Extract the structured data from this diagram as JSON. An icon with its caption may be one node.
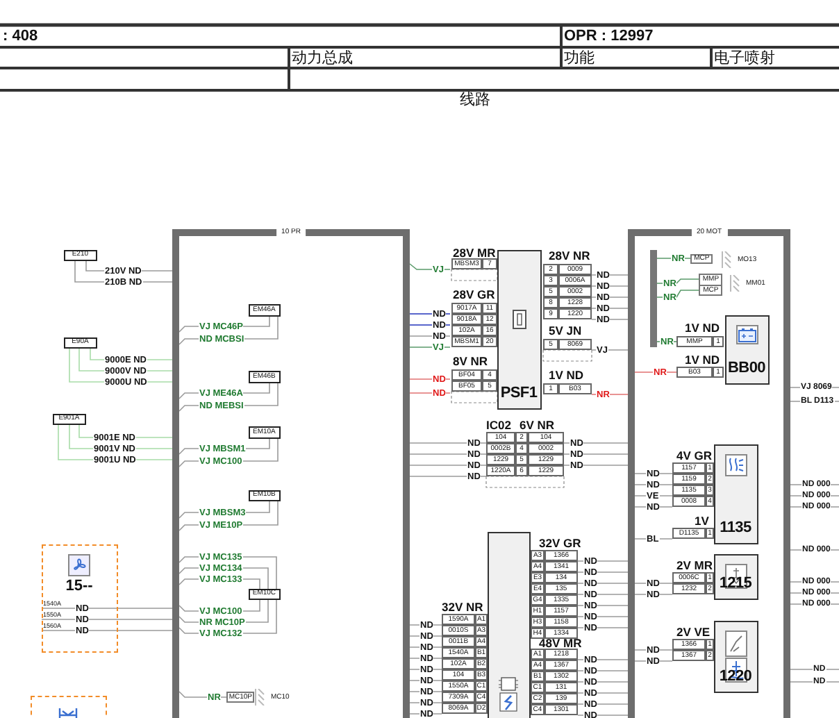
{
  "diagram": {
    "title": "线路",
    "nodes": [
      {
        "text": [
          "10 PR"
        ]
      },
      {
        "text": [
          "20 MOT"
        ]
      },
      {
        "text": [
          "E210"
        ]
      },
      {
        "text": [
          "E90A"
        ]
      },
      {
        "text": [
          "E901A"
        ]
      },
      {
        "text": [
          "EM46A"
        ],
        "in": 0
      },
      {
        "text": [
          "EM46B"
        ],
        "in": 0
      },
      {
        "text": [
          "EM10A"
        ],
        "in": 0
      },
      {
        "text": [
          "EM10B"
        ],
        "in": 0
      },
      {
        "text": [
          "EM10C"
        ],
        "in": 0
      },
      {
        "text": [
          "15--"
        ]
      },
      {
        "text": [],
        "shape": "box"
      },
      {
        "text": [
          "MC10P"
        ],
        "beside": [
          "MC10"
        ],
        "in": 0
      },
      {
        "text": [
          "PSF1"
        ]
      },
      {
        "text": [
          "IC02"
        ]
      },
      {
        "text": [],
        "shape": "box"
      },
      {
        "text": [],
        "shape": "bar",
        "in": 1
      },
      {
        "text": [
          "MCP"
        ],
        "beside": [
          "MO13"
        ],
        "in": 1
      },
      {
        "text": [
          "MMP",
          "MCP"
        ],
        "beside": [
          "MM01"
        ],
        "in": 1
      },
      {
        "text": [
          "BB00"
        ],
        "in": 1
      },
      {
        "text": [
          "1135"
        ],
        "in": 1
      },
      {
        "text": [
          "1215"
        ],
        "in": 1
      },
      {
        "text": [
          "1220"
        ],
        "in": 1
      }
    ],
    "edges": [
      {
        "from": 2,
        "to": 0,
        "arrow": "none",
        "label": "210V ND"
      },
      {
        "from": 2,
        "to": 0,
        "arrow": "none",
        "label": "210B ND"
      },
      {
        "from": 3,
        "to": 0,
        "arrow": "none",
        "label": "9000E ND",
        "color": "#a8dca8"
      },
      {
        "from": 3,
        "to": 0,
        "arrow": "none",
        "label": "9000V ND",
        "color": "#a8dca8"
      },
      {
        "from": 3,
        "to": 0,
        "arrow": "none",
        "label": "9000U ND",
        "color": "#a8dca8"
      },
      {
        "from": 4,
        "to": 0,
        "arrow": "none",
        "label": "9001E ND",
        "color": "#a8dca8"
      },
      {
        "from": 4,
        "to": 0,
        "arrow": "none",
        "label": "9001V ND",
        "color": "#a8dca8"
      },
      {
        "from": 4,
        "to": 0,
        "arrow": "none",
        "label": "9001U ND",
        "color": "#a8dca8"
      },
      {
        "from": 5,
        "to": 0,
        "arrow": "none",
        "label": "VJ MC46P"
      },
      {
        "from": 5,
        "to": 0,
        "arrow": "none",
        "label": "ND MCBSI"
      },
      {
        "from": 6,
        "to": 0,
        "arrow": "none",
        "label": "VJ ME46A"
      },
      {
        "from": 6,
        "to": 0,
        "arrow": "none",
        "label": "ND MEBSI"
      },
      {
        "from": 7,
        "to": 0,
        "arrow": "none",
        "label": "VJ MBSM1"
      },
      {
        "from": 7,
        "to": 0,
        "arrow": "none",
        "label": "VJ MC100"
      },
      {
        "from": 8,
        "to": 0,
        "arrow": "none",
        "label": "VJ MBSM3"
      },
      {
        "from": 8,
        "to": 0,
        "arrow": "none",
        "label": "VJ ME10P"
      },
      {
        "from": 9,
        "to": 0,
        "arrow": "none",
        "label": "VJ MC135"
      },
      {
        "from": 9,
        "to": 0,
        "arrow": "none",
        "label": "VJ MC134"
      },
      {
        "from": 9,
        "to": 0,
        "arrow": "none",
        "label": "VJ MC133"
      },
      {
        "from": 9,
        "to": 0,
        "arrow": "none",
        "label": "VJ MC100"
      },
      {
        "from": 9,
        "to": 0,
        "arrow": "none",
        "label": "NR MC10P"
      },
      {
        "from": 9,
        "to": 0,
        "arrow": "none",
        "label": "VJ MC132"
      },
      {
        "from": 10,
        "to": 0,
        "arrow": "none",
        "label": "ND"
      },
      {
        "from": 10,
        "to": 0,
        "arrow": "none",
        "label": "ND"
      },
      {
        "from": 10,
        "to": 0,
        "arrow": "none",
        "label": "ND"
      },
      {
        "from": 12,
        "to": 0,
        "arrow": "none",
        "label": "NR"
      },
      {
        "from": 13,
        "to": 0,
        "arrow": "none",
        "label": "VJ",
        "color": "#5a9a6a"
      },
      {
        "from": 13,
        "to": 0,
        "arrow": "none",
        "label": "ND",
        "color": "#2233bb"
      },
      {
        "from": 13,
        "to": 0,
        "arrow": "none",
        "label": "ND",
        "color": "#2233bb"
      },
      {
        "from": 13,
        "to": 0,
        "arrow": "none",
        "label": "ND"
      },
      {
        "from": 13,
        "to": 0,
        "arrow": "none",
        "label": "VJ",
        "color": "#5a9a6a"
      },
      {
        "from": 13,
        "to": 0,
        "arrow": "none",
        "label": "ND",
        "color": "#e07070"
      },
      {
        "from": 13,
        "to": 0,
        "arrow": "none",
        "label": "ND",
        "color": "#e07070"
      },
      {
        "from": 13,
        "to": 1,
        "arrow": "none",
        "label": "ND"
      },
      {
        "from": 13,
        "to": 1,
        "arrow": "none",
        "label": "ND"
      },
      {
        "from": 13,
        "to": 1,
        "arrow": "none",
        "label": "ND"
      },
      {
        "from": 13,
        "to": 1,
        "arrow": "none",
        "label": "ND"
      },
      {
        "from": 13,
        "to": 1,
        "arrow": "none",
        "label": "ND"
      },
      {
        "from": 13,
        "to": 1,
        "arrow": "none",
        "label": "VJ"
      },
      {
        "from": 13,
        "to": 1,
        "arrow": "none",
        "label": "NR",
        "color": "#e07070"
      },
      {
        "from": 14,
        "to": 0,
        "arrow": "none",
        "label": "ND"
      },
      {
        "from": 14,
        "to": 0,
        "arrow": "none",
        "label": "ND"
      },
      {
        "from": 14,
        "to": 0,
        "arrow": "none",
        "label": "ND"
      },
      {
        "from": 14,
        "to": 0,
        "arrow": "none",
        "label": "ND"
      },
      {
        "from": 14,
        "to": 1,
        "arrow": "none",
        "label": "ND"
      },
      {
        "from": 14,
        "to": 1,
        "arrow": "none",
        "label": "ND"
      },
      {
        "from": 14,
        "to": 1,
        "arrow": "none",
        "label": "ND"
      },
      {
        "from": 15,
        "to": 1,
        "arrow": "none",
        "label": "ND"
      },
      {
        "from": 15,
        "to": 1,
        "arrow": "none",
        "label": "ND"
      },
      {
        "from": 15,
        "to": 1,
        "arrow": "none",
        "label": "ND"
      },
      {
        "from": 15,
        "to": 1,
        "arrow": "none",
        "label": "ND"
      },
      {
        "from": 15,
        "to": 1,
        "arrow": "none",
        "label": "ND"
      },
      {
        "from": 15,
        "to": 1,
        "arrow": "none",
        "label": "ND"
      },
      {
        "from": 15,
        "to": 1,
        "arrow": "none",
        "label": "ND"
      },
      {
        "from": 15,
        "to": 1,
        "arrow": "none",
        "label": "ND"
      },
      {
        "from": 15,
        "to": 1,
        "arrow": "none",
        "label": "ND"
      },
      {
        "from": 15,
        "to": 1,
        "arrow": "none",
        "label": "ND"
      },
      {
        "from": 15,
        "to": 1,
        "arrow": "none",
        "label": "ND"
      },
      {
        "from": 15,
        "to": 1,
        "arrow": "none",
        "label": "ND"
      },
      {
        "from": 15,
        "to": 1,
        "arrow": "none",
        "label": "ND"
      },
      {
        "from": 15,
        "to": 0,
        "arrow": "none",
        "label": "ND"
      },
      {
        "from": 15,
        "to": 0,
        "arrow": "none",
        "label": "ND"
      },
      {
        "from": 15,
        "to": 0,
        "arrow": "none",
        "label": "ND"
      },
      {
        "from": 15,
        "to": 0,
        "arrow": "none",
        "label": "ND"
      },
      {
        "from": 15,
        "to": 0,
        "arrow": "none",
        "label": "ND"
      },
      {
        "from": 15,
        "to": 0,
        "arrow": "none",
        "label": "ND"
      },
      {
        "from": 15,
        "to": 0,
        "arrow": "none",
        "label": "ND"
      },
      {
        "from": 15,
        "to": 0,
        "arrow": "none",
        "label": "ND"
      },
      {
        "from": 15,
        "to": 0,
        "arrow": "none",
        "label": "ND"
      },
      {
        "from": 17,
        "to": 16,
        "arrow": "none",
        "label": "NR",
        "color": "#5a9a6a"
      },
      {
        "from": 18,
        "to": 16,
        "arrow": "none",
        "label": "NR",
        "color": "#5a9a6a"
      },
      {
        "from": 18,
        "to": 16,
        "arrow": "none",
        "label": "NR",
        "color": "#5a9a6a"
      },
      {
        "from": 19,
        "to": 16,
        "arrow": "none",
        "label": "NR",
        "color": "#5a9a6a"
      },
      {
        "from": 19,
        "to": 1,
        "arrow": "none",
        "label": "NR",
        "color": "#e07070"
      },
      {
        "from": 20,
        "to": 1,
        "arrow": "none",
        "label": "ND"
      },
      {
        "from": 20,
        "to": 1,
        "arrow": "none",
        "label": "ND"
      },
      {
        "from": 20,
        "to": 1,
        "arrow": "none",
        "label": "VE"
      },
      {
        "from": 20,
        "to": 1,
        "arrow": "none",
        "label": "ND"
      },
      {
        "from": 20,
        "to": 1,
        "arrow": "none",
        "label": "BL"
      },
      {
        "from": 21,
        "to": 1,
        "arrow": "none",
        "label": "ND"
      },
      {
        "from": 21,
        "to": 1,
        "arrow": "none",
        "label": "ND"
      },
      {
        "from": 22,
        "to": 1,
        "arrow": "none",
        "label": "ND"
      },
      {
        "from": 22,
        "to": 1,
        "arrow": "none",
        "label": "ND"
      },
      {
        "from": 1,
        "to": null,
        "arrow": "none",
        "label": "VJ 8069"
      },
      {
        "from": 1,
        "to": null,
        "arrow": "none",
        "label": "BL D113"
      },
      {
        "from": 1,
        "to": null,
        "arrow": "none",
        "label": "ND 000"
      },
      {
        "from": 1,
        "to": null,
        "arrow": "none",
        "label": "ND 000"
      },
      {
        "from": 1,
        "to": null,
        "arrow": "none",
        "label": "ND 000"
      },
      {
        "from": 1,
        "to": null,
        "arrow": "none",
        "label": "ND 000"
      },
      {
        "from": 1,
        "to": null,
        "arrow": "none",
        "label": "ND 000"
      },
      {
        "from": 1,
        "to": null,
        "arrow": "none",
        "label": "ND 000"
      },
      {
        "from": 1,
        "to": null,
        "arrow": "none",
        "label": "ND 000"
      },
      {
        "from": 1,
        "to": null,
        "arrow": "none",
        "label": "ND"
      },
      {
        "from": 1,
        "to": null,
        "arrow": "none",
        "label": "ND"
      }
    ],
    "labels": [
      ": 408",
      "OPR : 12997",
      "动力总成",
      "功能",
      "电子喷射",
      "1540A",
      "1550A",
      "1560A",
      "28V MR",
      "MBSM3",
      "7",
      "28V GR",
      "9017A",
      "11",
      "9018A",
      "12",
      "102A",
      "16",
      "MBSM1",
      "20",
      "8V NR",
      "BF04",
      "4",
      "BF05",
      "5",
      "28V NR",
      "2",
      "0009",
      "3",
      "0006A",
      "5",
      "0002",
      "8",
      "1228",
      "9",
      "1220",
      "5V JN",
      "5",
      "8069",
      "1V ND",
      "1",
      "B03",
      "6V NR",
      "104",
      "2",
      "104",
      "0002B",
      "4",
      "0002",
      "1229",
      "5",
      "1229",
      "1220A",
      "6",
      "1229",
      "32V GR",
      "A3",
      "1366",
      "A4",
      "1341",
      "E3",
      "134",
      "E4",
      "135",
      "G4",
      "1335",
      "H1",
      "1157",
      "H3",
      "1158",
      "H4",
      "1334",
      "48V MR",
      "A1",
      "1218",
      "A4",
      "1367",
      "B1",
      "1302",
      "C1",
      "131",
      "C2",
      "139",
      "C4",
      "1301",
      "32V NR",
      "1590A",
      "A1",
      "0010S",
      "A3",
      "0011B",
      "A4",
      "1540A",
      "B1",
      "102A",
      "B2",
      "104",
      "B3",
      "1550A",
      "C1",
      "7309A",
      "C4",
      "8069A",
      "D2",
      "1V ND",
      "MMP",
      "1",
      "1V ND",
      "B03",
      "1",
      "4V GR",
      "1157",
      "1",
      "1159",
      "2",
      "1135",
      "3",
      "0008",
      "4",
      "1V",
      "D1135",
      "1",
      "2V MR",
      "0006C",
      "1",
      "1232",
      "2",
      "2V VE",
      "1366",
      "1",
      "1367",
      "2"
    ]
  }
}
